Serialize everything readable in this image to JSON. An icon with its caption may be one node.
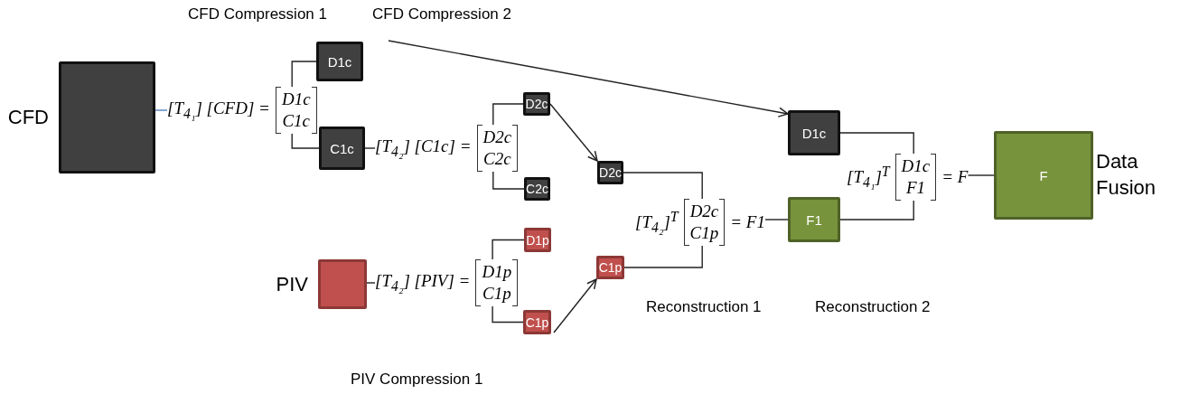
{
  "diagram": {
    "nodes": [
      {
        "text": [],
        "shape": "box",
        "beside": [
          "CFD"
        ]
      },
      {
        "text": [
          "[T$_{4₁}$] [CFD] =",
          "D1c",
          "C1c"
        ]
      },
      {
        "text": [
          "D1c"
        ]
      },
      {
        "text": [
          "C1c"
        ]
      },
      {
        "text": [
          "[T$_{4₂}$] [C1c] =",
          "D2c",
          "C2c"
        ]
      },
      {
        "text": [
          "D2c"
        ]
      },
      {
        "text": [
          "C2c"
        ]
      },
      {
        "text": [],
        "shape": "box",
        "beside": [
          "PIV"
        ]
      },
      {
        "text": [
          "[T$_{4₂}$] [PIV] =",
          "D1p",
          "C1p"
        ]
      },
      {
        "text": [
          "D1p"
        ]
      },
      {
        "text": [
          "C1p"
        ]
      },
      {
        "text": [
          "D2c"
        ]
      },
      {
        "text": [
          "C1p"
        ]
      },
      {
        "text": [
          "[T$_{4₂}$]$^{T}$",
          "D2c",
          "C1p",
          "= F1"
        ]
      },
      {
        "text": [
          "F1"
        ]
      },
      {
        "text": [
          "D1c"
        ]
      },
      {
        "text": [
          "[T$_{4₁}$]$^{T}$",
          "D1c",
          "F1",
          "= F"
        ]
      },
      {
        "text": [
          "F"
        ],
        "beside": [
          "Data Fusion"
        ]
      }
    ],
    "edges": [
      {
        "from": 0,
        "to": 1,
        "arrow": "none",
        "color": "#4f81bd"
      },
      {
        "from": 1,
        "to": 2,
        "arrow": "none"
      },
      {
        "from": 1,
        "to": 3,
        "arrow": "none"
      },
      {
        "from": 3,
        "to": 4,
        "arrow": "none"
      },
      {
        "from": 4,
        "to": 5,
        "arrow": "none"
      },
      {
        "from": 4,
        "to": 6,
        "arrow": "none"
      },
      {
        "from": 7,
        "to": 8,
        "arrow": "none"
      },
      {
        "from": 8,
        "to": 9,
        "arrow": "none"
      },
      {
        "from": 8,
        "to": 10,
        "arrow": "none"
      },
      {
        "from": null,
        "to": 15,
        "arrow": "to"
      },
      {
        "from": 5,
        "to": 11,
        "arrow": "to"
      },
      {
        "from": 10,
        "to": 12,
        "arrow": "to"
      },
      {
        "from": 11,
        "to": 13,
        "arrow": "none"
      },
      {
        "from": 12,
        "to": 13,
        "arrow": "none"
      },
      {
        "from": 13,
        "to": 14,
        "arrow": "none"
      },
      {
        "from": 15,
        "to": 16,
        "arrow": "none"
      },
      {
        "from": 14,
        "to": 16,
        "arrow": "none"
      },
      {
        "from": 16,
        "to": 17,
        "arrow": "none"
      }
    ],
    "labels": [
      "CFD Compression 1",
      "CFD Compression 2",
      "Reconstruction 1",
      "Reconstruction 2",
      "PIV Compression 1"
    ]
  }
}
